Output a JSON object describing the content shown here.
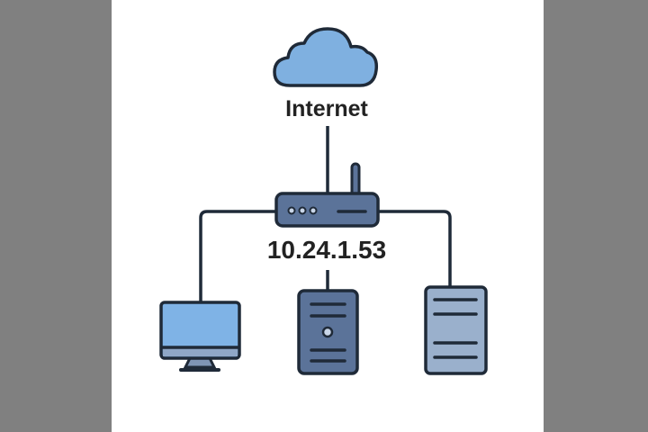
{
  "diagram": {
    "internet_label": "Internet",
    "router_ip": "10.24.1.53",
    "nodes": [
      "cloud",
      "router",
      "desktop-computer",
      "tower-server",
      "rack-server"
    ],
    "colors": {
      "side_bars": "#808080",
      "background": "#ffffff",
      "outline": "#1f2a38",
      "cloud": "#7fb0e0",
      "router": "#5b7399",
      "screen": "#7fb3e6",
      "server_light": "#9ab0cc"
    }
  }
}
